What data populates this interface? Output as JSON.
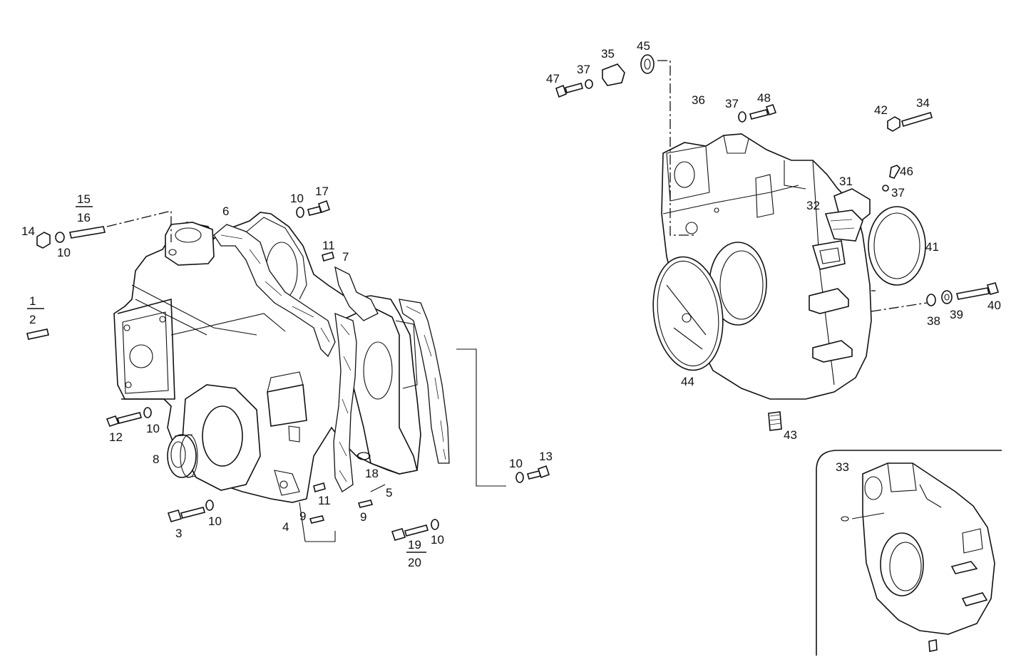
{
  "diagram": {
    "labels": [
      {
        "id": "p1-2",
        "top": "1",
        "bottom": "2"
      },
      {
        "id": "p15-16",
        "top": "15",
        "bottom": "16"
      },
      {
        "id": "p19-20",
        "top": "19",
        "bottom": "20"
      },
      {
        "id": "p3",
        "text": "3"
      },
      {
        "id": "p4",
        "text": "4"
      },
      {
        "id": "p5",
        "text": "5"
      },
      {
        "id": "p6",
        "text": "6"
      },
      {
        "id": "p7",
        "text": "7"
      },
      {
        "id": "p8",
        "text": "8"
      },
      {
        "id": "p9a",
        "text": "9"
      },
      {
        "id": "p9b",
        "text": "9"
      },
      {
        "id": "p10a",
        "text": "10"
      },
      {
        "id": "p10b",
        "text": "10"
      },
      {
        "id": "p10c",
        "text": "10"
      },
      {
        "id": "p10d",
        "text": "10"
      },
      {
        "id": "p10e",
        "text": "10"
      },
      {
        "id": "p10f",
        "text": "10"
      },
      {
        "id": "p11a",
        "text": "11"
      },
      {
        "id": "p11b",
        "text": "11"
      },
      {
        "id": "p12",
        "text": "12"
      },
      {
        "id": "p13",
        "text": "13"
      },
      {
        "id": "p14",
        "text": "14"
      },
      {
        "id": "p17",
        "text": "17"
      },
      {
        "id": "p18",
        "text": "18"
      },
      {
        "id": "p31",
        "text": "31"
      },
      {
        "id": "p32",
        "text": "32"
      },
      {
        "id": "p33",
        "text": "33"
      },
      {
        "id": "p34",
        "text": "34"
      },
      {
        "id": "p35",
        "text": "35"
      },
      {
        "id": "p36",
        "text": "36"
      },
      {
        "id": "p37a",
        "text": "37"
      },
      {
        "id": "p37b",
        "text": "37"
      },
      {
        "id": "p37c",
        "text": "37"
      },
      {
        "id": "p38",
        "text": "38"
      },
      {
        "id": "p39",
        "text": "39"
      },
      {
        "id": "p40",
        "text": "40"
      },
      {
        "id": "p41",
        "text": "41"
      },
      {
        "id": "p42",
        "text": "42"
      },
      {
        "id": "p43",
        "text": "43"
      },
      {
        "id": "p44",
        "text": "44"
      },
      {
        "id": "p45",
        "text": "45"
      },
      {
        "id": "p46",
        "text": "46"
      },
      {
        "id": "p47",
        "text": "47"
      },
      {
        "id": "p48",
        "text": "48"
      }
    ]
  }
}
